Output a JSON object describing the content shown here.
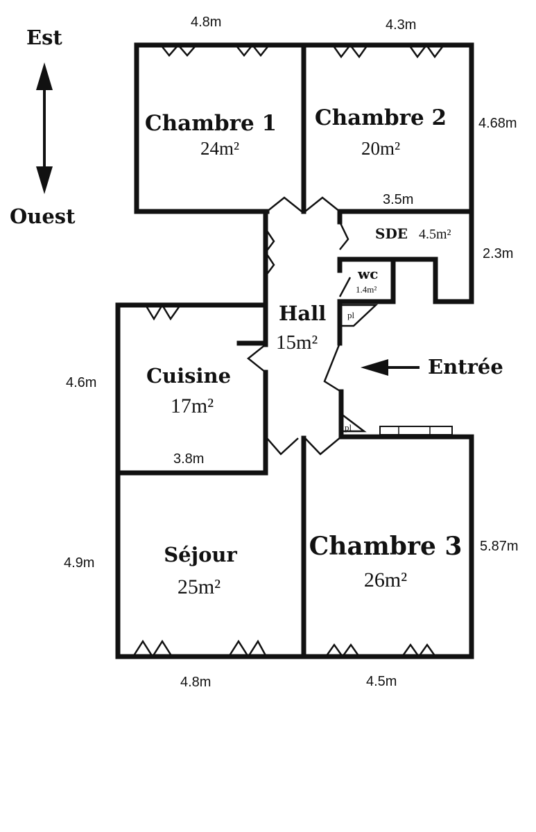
{
  "compass": {
    "north": "Est",
    "south": "Ouest"
  },
  "entrance": {
    "label": "Entrée"
  },
  "rooms": {
    "chambre1": {
      "name": "Chambre 1",
      "area": "24m²"
    },
    "chambre2": {
      "name": "Chambre 2",
      "area": "20m²"
    },
    "sde": {
      "name": "SDE",
      "area": "4.5m²"
    },
    "wc": {
      "name": "wc",
      "area": "1.4m²"
    },
    "hall": {
      "name": "Hall",
      "area": "15m²"
    },
    "cuisine": {
      "name": "Cuisine",
      "area": "17m²"
    },
    "sejour": {
      "name": "Séjour",
      "area": "25m²"
    },
    "chambre3": {
      "name": "Chambre 3",
      "area": "26m²"
    },
    "placard1": {
      "name": "pl"
    },
    "placard2": {
      "name": "pl"
    }
  },
  "dimensions": {
    "ch1_width": "4.8m",
    "ch2_width": "4.3m",
    "ch2_depth": "4.68m",
    "sde_width": "3.5m",
    "sde_depth": "2.3m",
    "cuisine_depth": "4.6m",
    "cuisine_width": "3.8m",
    "sejour_depth": "4.9m",
    "sejour_width": "4.8m",
    "ch3_depth": "5.87m",
    "ch3_width": "4.5m"
  }
}
